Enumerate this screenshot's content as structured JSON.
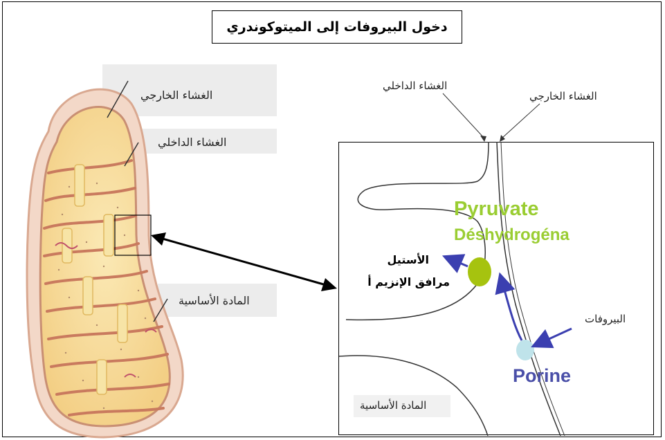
{
  "title": "دخول البيروفات إلى الميتوكوندري",
  "left_labels": {
    "outer_membrane": "الغشاء الخارجي",
    "inner_membrane": "الغشاء الداخلي",
    "matrix": "المادة الأساسية"
  },
  "detail": {
    "inner_membrane": "الغشاء الداخلي",
    "outer_membrane": "الغشاء الخارجي",
    "pyruvate": "البيروفات",
    "matrix": "المادة الأساسية",
    "enzyme_line1": "Pyruvate",
    "enzyme_line2": "Déshydrogéna",
    "porine": "Porine",
    "product_line1": "الأستيل",
    "product_line2": "مرافق الإنزيم أ"
  },
  "colors": {
    "enzyme": "#9acd32",
    "porine": "#4a4fa8",
    "porine_dot": "#bfe3ea",
    "arrow": "#3b3fb0"
  }
}
